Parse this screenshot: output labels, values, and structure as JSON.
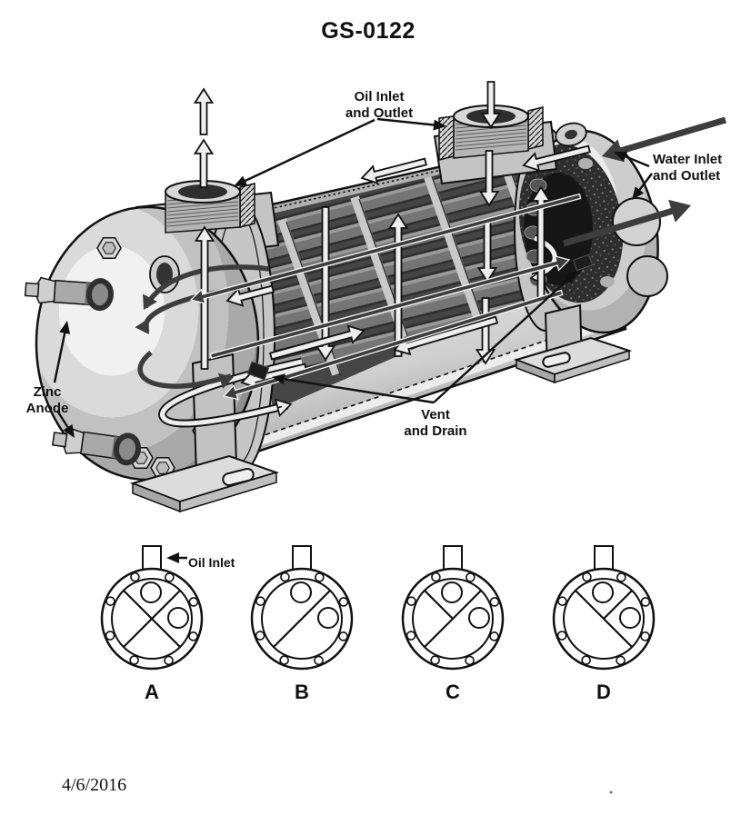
{
  "title": "GS-0122",
  "date": "4/6/2016",
  "diagram_labels": {
    "oil_port": {
      "l1": "Oil Inlet",
      "l2": "and Outlet"
    },
    "water_port": {
      "l1": "Water Inlet",
      "l2": "and Outlet"
    },
    "zinc_anode": {
      "l1": "Zinc",
      "l2": "Anode"
    },
    "vent_drain": {
      "l1": "Vent",
      "l2": "and Drain"
    }
  },
  "end_caps": {
    "pointer_label": "Oil Inlet",
    "options": [
      {
        "letter": "A",
        "divider": "X cross partition"
      },
      {
        "letter": "B",
        "divider": "single diagonal partition"
      },
      {
        "letter": "C",
        "divider": "diagonal plus upper-left half rib"
      },
      {
        "letter": "D",
        "divider": "diagonal plus upper-right half rib"
      }
    ]
  },
  "colors": {
    "ink": "#111111",
    "shell_light": "#d9d9d9",
    "interior_dark": "#454545",
    "tube_gray": "#757575",
    "arrow_dark": "#3d3d3d",
    "arrow_white": "#eeeeee",
    "background": "#ffffff"
  }
}
